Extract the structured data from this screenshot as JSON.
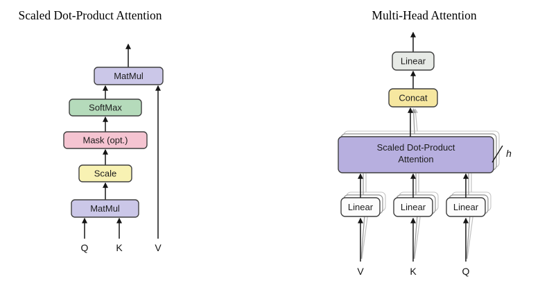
{
  "colors": {
    "purple": "#CBC7E8",
    "green": "#B5DBBB",
    "pink": "#F5C4D1",
    "scale_yellow": "#F8F2B3",
    "concat_yellow": "#F6E7A0",
    "linear_gray": "#E7EAE6",
    "attention_purple": "#B7AFDF",
    "linear_white": "#FCFCFC"
  },
  "left": {
    "title": "Scaled Dot-Product Attention",
    "matmul_top": "MatMul",
    "softmax": "SoftMax",
    "mask": "Mask (opt.)",
    "scale": "Scale",
    "matmul_bottom": "MatMul",
    "q": "Q",
    "k": "K",
    "v": "V"
  },
  "right": {
    "title": "Multi-Head Attention",
    "linear_top": "Linear",
    "concat": "Concat",
    "attention_line1": "Scaled Dot-Product",
    "attention_line2": "Attention",
    "h": "h",
    "linear_v": "Linear",
    "linear_k": "Linear",
    "linear_q": "Linear",
    "v": "V",
    "k": "K",
    "q": "Q"
  }
}
